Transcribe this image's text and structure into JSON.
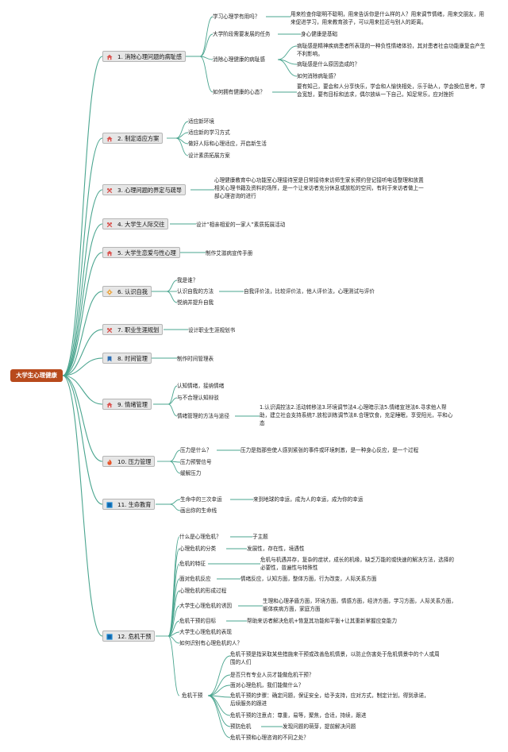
{
  "root": "大学生心理健康",
  "colors": {
    "line": "#4aa58f",
    "root_bg": "#b84a1c",
    "box_bg": "#e6e6e6",
    "box_border": "#b5b5b5"
  },
  "branches": [
    {
      "label": "1. 消除心理问题的病耻感",
      "icon": "home-icon",
      "color": "#d9534f"
    },
    {
      "label": "2. 制定适应方案",
      "icon": "home-icon",
      "color": "#d9534f"
    },
    {
      "label": "3. 心理问题的界定与疏导",
      "icon": "tools-icon",
      "color": "#d9534f"
    },
    {
      "label": "4. 大学生人际交往",
      "icon": "tools-icon",
      "color": "#d9534f"
    },
    {
      "label": "5. 大学生恋爱与性心理",
      "icon": "home-icon",
      "color": "#d9534f"
    },
    {
      "label": "6. 认识自我",
      "icon": "gear-icon",
      "color": "#e8a23c"
    },
    {
      "label": "7. 职业生涯规划",
      "icon": "tools-icon",
      "color": "#d9534f"
    },
    {
      "label": "8. 时间管理",
      "icon": "bookmark-icon",
      "color": "#2f6fb5"
    },
    {
      "label": "9. 情绪管理",
      "icon": "home-icon",
      "color": "#d9534f"
    },
    {
      "label": "10. 压力管理",
      "icon": "fire-icon",
      "color": "#e8552a"
    },
    {
      "label": "11. 生命教育",
      "icon": "square-icon",
      "color": "#1f8bd6"
    },
    {
      "label": "12. 危机干预",
      "icon": "square-icon",
      "color": "#1f8bd6"
    }
  ],
  "b1": {
    "n1": "学习心理学有用吗？",
    "n1d": "用来检查你聪明不聪明，用来告诉你是什么样的人？用来调节情绪，用来交朋友，用来促进学习，用来教育孩子，可以用来拉近与别人的距离。",
    "n2": "大学阶段需要发展的任务",
    "n2d": "身心健康是基础",
    "n3": "消除心理健康的病耻感",
    "n3a": "病耻感是精神疾病患者所表现的一种负性情绪体验，其对患者社会功能康复会产生不利影响。",
    "n3b": "病耻感是什么原因造成的？",
    "n3c": "如何消除病耻感？",
    "n4": "如何拥有健康的心态？",
    "n4d": "要有知己，要会和人分享快乐，学会和人愉快相处，乐于助人，学会换位思考，学会宽恕，要有目标和追求，偶尔放纵一下自己，知足常乐，应对挫折"
  },
  "b2": {
    "n1": "适应新环境",
    "n2": "适应新的学习方式",
    "n3": "做好人际和心理适应，开启新生活",
    "n4": "设计素质拓展方案"
  },
  "b3": {
    "n1": "心理健康教育中心功能室心理接待室是日常接待来访师生家长预约登记接听电话整理和放置相关心理书籍及资料的场所，是一个让来访者充分休息或放松的空间，有利于来访者做上一部心理咨询的进行"
  },
  "b4": {
    "n1": "设计“相亲相爱的一家人”素质拓展活动"
  },
  "b5": {
    "n1": "制作艾滋病宣传手册"
  },
  "b6": {
    "n1": "我是谁？",
    "n2": "认识自我的方法",
    "n2d": "自我评价法，比较评价法，他人评价法，心理测试与评价",
    "n3": "悦纳并提升自我"
  },
  "b7": {
    "n1": "设计职业生涯规划书"
  },
  "b8": {
    "n1": "制作时间管理表"
  },
  "b9": {
    "n1": "认知情绪，接纳情绪",
    "n2": "与不合理认知辩驳",
    "n3": "情绪管理的方法与途径",
    "n3d": "1.认识调控法2.活动转移法3.环境调节法4.心理暗示法5.情绪宣泄法6.寻求他人帮助，建立社会支持系统7.放松训练调节法8.合理饮食，充足睡眠，享受阳光，平和心态"
  },
  "b10": {
    "n1": "压力是什么？",
    "n1d": "压力是指那些使人感到紧张的事件或环境刺激，是一种身心反应，是一个过程",
    "n2": "压力预警信号",
    "n3": "缓解压力"
  },
  "b11": {
    "n1": "生命中的三次幸运",
    "n1d": "来到地球的幸运，成为人的幸运，成为你的幸运",
    "n2": "画出你的生命线"
  },
  "b12": {
    "n1": "什么是心理危机？",
    "n1d": "子主题",
    "n2": "心理危机的分类",
    "n2d": "发展性，存在性，境遇性",
    "n3": "危机的特征",
    "n3d": "危机与机遇并存，复杂的症状，成长的机缘，缺乏万能的或快速的解决方法，选择的必要性，普遍性与特殊性",
    "n4": "面对危机反应",
    "n4d": "情绪反应，认知方面，整体方面，行为改变，人际关系方面",
    "n5": "心理危机的形成过程",
    "n6": "大学生心理危机的诱因",
    "n6d": "生理和心理矛盾方面，环境方面，情感方面，经济方面，学习方面，人际关系方面，躯体疾病方面，家庭方面",
    "n7": "危机干预的目标",
    "n7d": "帮助来访者解决危机+恢复其功能和平衡+让其重新掌握应变能力",
    "n8": "大学生心理危机的表现",
    "n9": "如何识别有心理危机的人？",
    "n10": "危机干预",
    "s1": "危机干预是指采取某些措施来干预或改善危机情景，以防止伤害处于危机情景中的个人或周围的人们",
    "s2": "是否只有专业人员才能做危机干预？",
    "s3": "面对心理危机，我们能做什么？",
    "s4": "危机干预的步骤：确定问题，保证安全，给予支持，应对方式，制定计划，得到承诺，后续服务的跟进",
    "s5": "危机干预的注意点：尊重，易等，聚焦，合适，持续，跟进",
    "s6": "预防危机",
    "s6d": "发现问题的萌芽，提前解决问题",
    "s7": "危机干预和心理咨询的不同之处？"
  }
}
